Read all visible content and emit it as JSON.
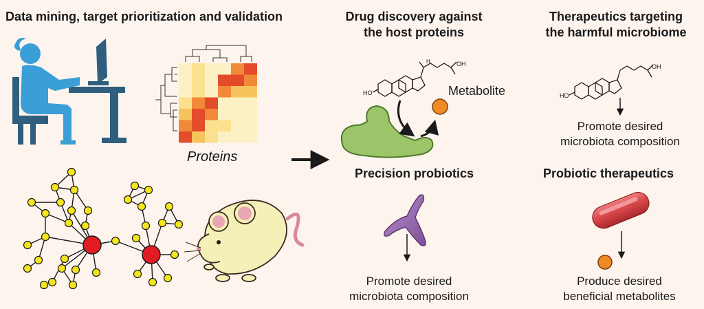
{
  "panel1": {
    "title": "Data mining, target prioritization and validation",
    "proteins_label": "Proteins"
  },
  "panel2": {
    "title_line1": "Drug discovery against",
    "title_line2": "the host proteins",
    "metabolite_label": "Metabolite",
    "probiotics_title": "Precision probiotics",
    "outcome_line1": "Promote desired",
    "outcome_line2": "microbiota composition"
  },
  "panel3": {
    "title_line1": "Therapeutics targeting",
    "title_line2": "the harmful microbiome",
    "outcome_line1": "Promote desired",
    "outcome_line2": "microbiota composition",
    "probiotic_title": "Probiotic therapeutics",
    "product_line1": "Produce desired",
    "product_line2": "beneficial metabolites"
  },
  "molecule": {
    "oh_label": "OH",
    "ho_label": "HO",
    "h_label": "H"
  },
  "colors": {
    "background": "#fdf4ee",
    "person": "#3a9fd6",
    "desk": "#2f5e7e",
    "hub_node": "#e31b23",
    "leaf_node": "#f5e51d",
    "protein_blob": "#9cc56a",
    "metabolite": "#f08a24",
    "probiotic": "#9a6bb0",
    "capsule": "#d9474a"
  },
  "heatmap": {
    "rows": [
      [
        1,
        2,
        1,
        1,
        4,
        5
      ],
      [
        1,
        2,
        1,
        5,
        5,
        4
      ],
      [
        1,
        2,
        1,
        4,
        3,
        3
      ],
      [
        2,
        4,
        5,
        1,
        1,
        1
      ],
      [
        3,
        5,
        4,
        1,
        1,
        1
      ],
      [
        4,
        5,
        2,
        2,
        1,
        1
      ],
      [
        5,
        3,
        2,
        1,
        1,
        1
      ]
    ],
    "palette": [
      "#fdf0c4",
      "#fbe08e",
      "#f7c35c",
      "#f08a38",
      "#e34b2b"
    ]
  }
}
